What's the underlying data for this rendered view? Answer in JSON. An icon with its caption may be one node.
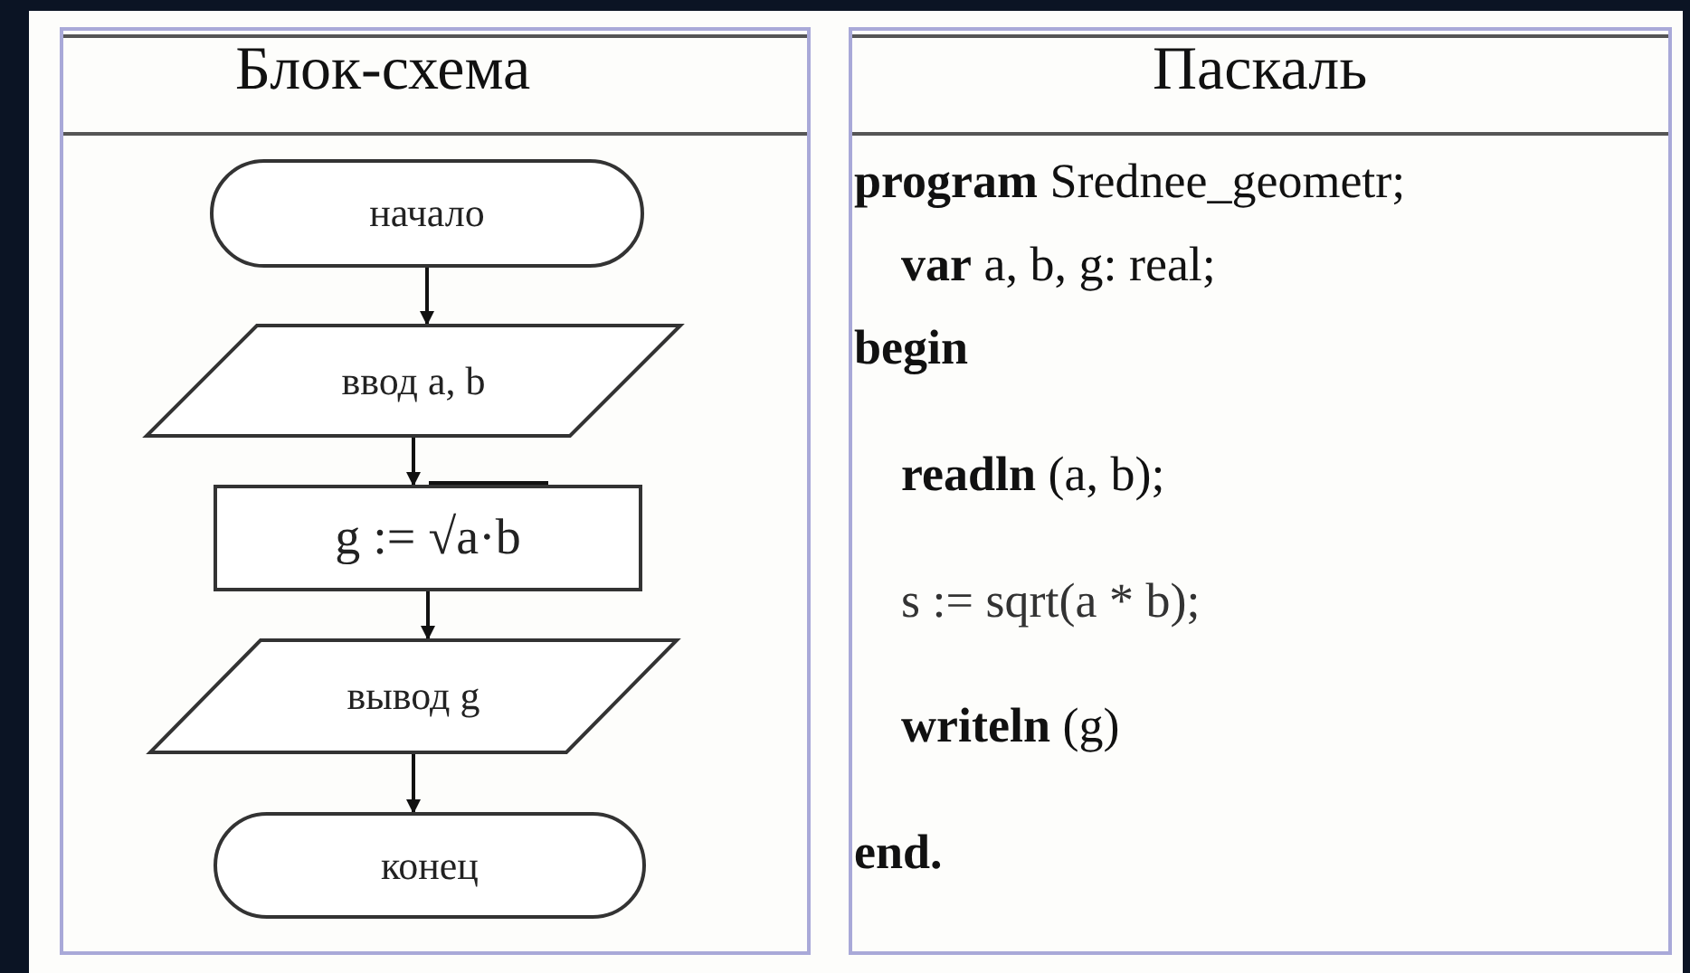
{
  "diagram": {
    "nodes": [
      {
        "text": [
          "начало"
        ]
      },
      {
        "text": [
          "ввод a, b"
        ]
      },
      {
        "text": [
          "g := √a·b"
        ]
      },
      {
        "text": [
          "вывод g"
        ]
      },
      {
        "text": [
          "конец"
        ]
      }
    ],
    "edges": [
      {
        "from": 0,
        "to": 1,
        "arrow": "to"
      },
      {
        "from": 1,
        "to": 2,
        "arrow": "to"
      },
      {
        "from": 2,
        "to": 3,
        "arrow": "to"
      },
      {
        "from": 3,
        "to": 4,
        "arrow": "to"
      }
    ],
    "labels": [
      "Блок-схема",
      "Паскаль",
      "**program** Srednee_geometr;",
      "**var** a, b, g: real;",
      "begin",
      "**readln** (a, b);",
      "s := sqrt(a * b);",
      "**writeln** (g)",
      "end."
    ]
  }
}
